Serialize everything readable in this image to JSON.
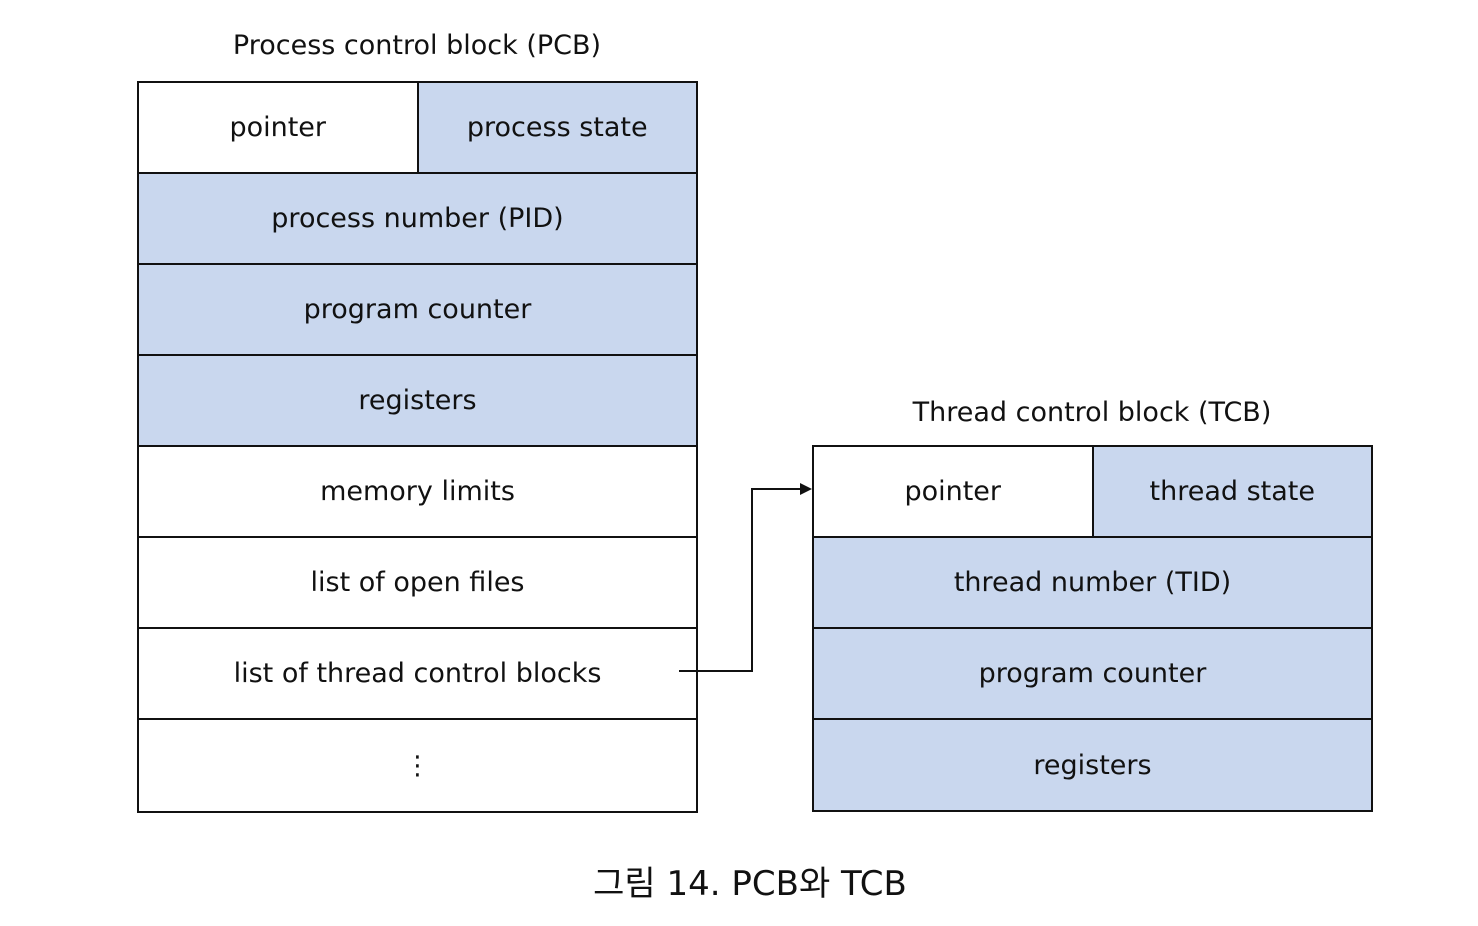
{
  "pcb": {
    "title": "Process control block (PCB)",
    "rows": [
      [
        "pointer",
        "process state"
      ],
      [
        "process number (PID)"
      ],
      [
        "program counter"
      ],
      [
        "registers"
      ],
      [
        "memory limits"
      ],
      [
        "list of open files"
      ],
      [
        "list of thread control blocks"
      ],
      [
        "⋮"
      ]
    ]
  },
  "tcb": {
    "title": "Thread control block (TCB)",
    "rows": [
      [
        "pointer",
        "thread state"
      ],
      [
        "thread number (TID)"
      ],
      [
        "program counter"
      ],
      [
        "registers"
      ]
    ]
  },
  "caption": "그림 14. PCB와 TCB",
  "colors": {
    "shaded_field": "#c9d7ee",
    "plain_field": "#ffffff",
    "line": "#111111"
  }
}
